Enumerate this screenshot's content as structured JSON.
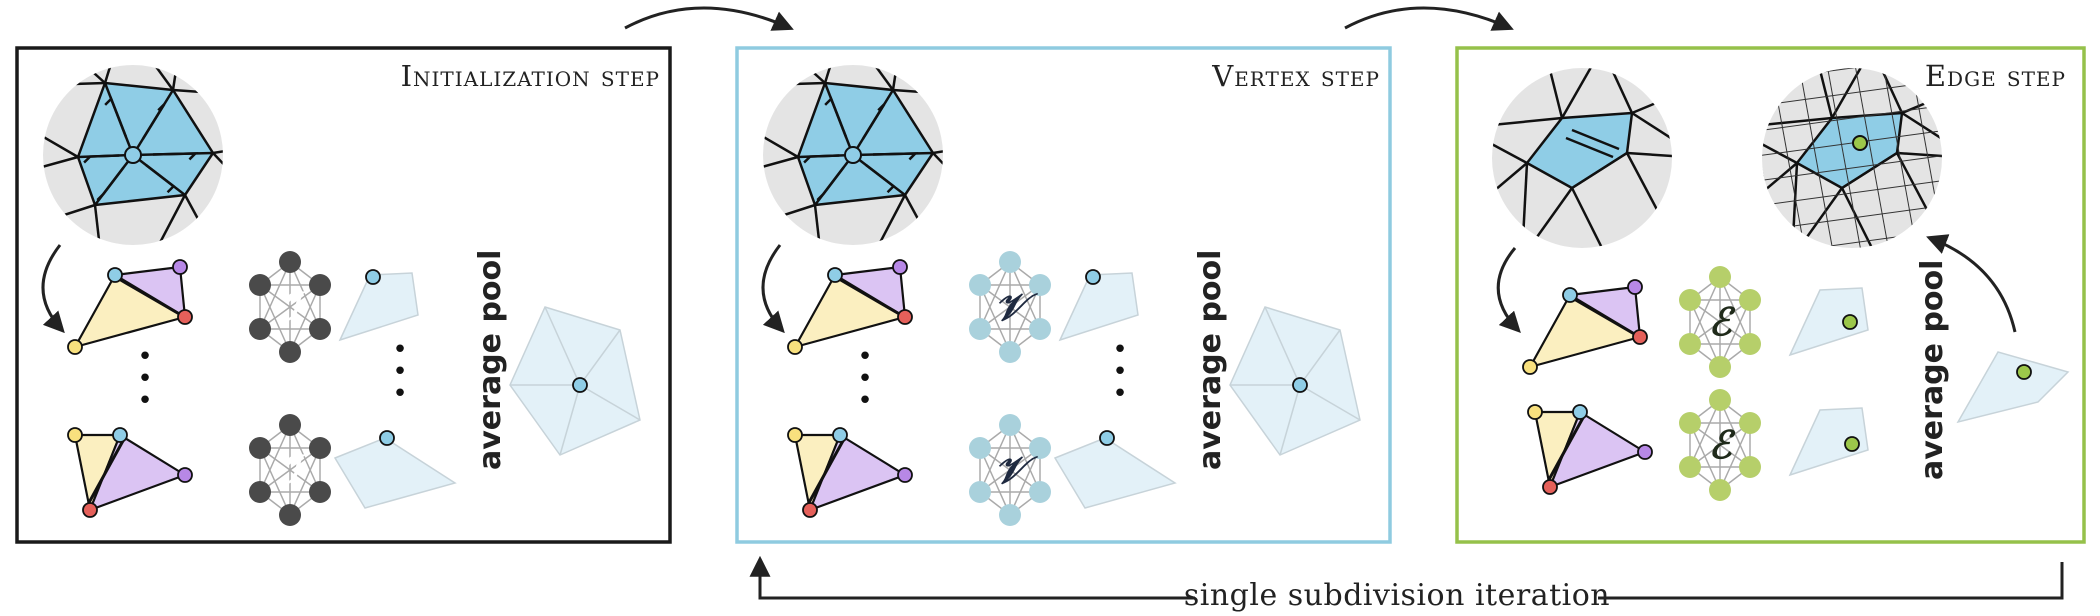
{
  "panels": [
    {
      "title": "Initialization step",
      "symbol": "ℐ"
    },
    {
      "title": "Vertex step",
      "symbol": "𝒱"
    },
    {
      "title": "Edge step",
      "symbol": "ℰ"
    }
  ],
  "pool_label": "average pool",
  "iteration_label": "single subdivision iteration",
  "ellipsis": "•",
  "colors": {
    "init_frame": "#1a1a1a",
    "vertex_frame": "#8fcbe0",
    "edge_frame": "#95c14a",
    "face_blue": "#8fcde6",
    "face_light": "#e3f1f8",
    "disc_gray": "#e4e4e4",
    "tri_yellow": "#fbefc0",
    "tri_purple": "#dbc4f3",
    "node_init": "#4a4a4a",
    "node_vertex": "#a9d1dc",
    "node_edge": "#b6cf6a",
    "dot_blue": "#8fcde6",
    "dot_green": "#9cc74a",
    "dot_red": "#e5605a",
    "dot_yellow": "#f8e07e",
    "dot_purple": "#b788e6"
  }
}
